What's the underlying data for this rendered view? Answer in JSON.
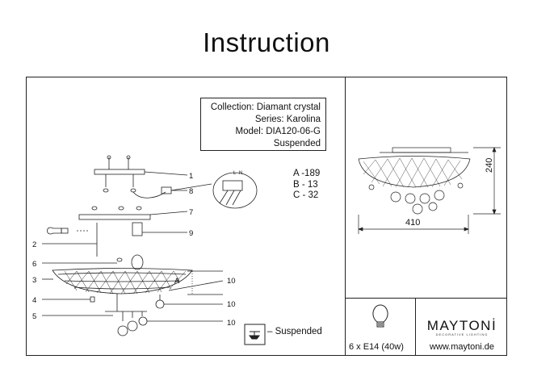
{
  "title": "Instruction",
  "info": {
    "collection": "Collection: Diamant crystal",
    "series": "Series: Karolina",
    "model": "Model: DIA120-06-G",
    "type": "Suspended"
  },
  "dimensions_table": {
    "a": "A -189",
    "b": "B -  13",
    "c": "C -  32"
  },
  "drawing_dims": {
    "height": "240",
    "width": "410"
  },
  "callouts": {
    "c1": "1",
    "c2": "2",
    "c3": "3",
    "c4": "4",
    "c5": "5",
    "c6": "6",
    "c7": "7",
    "c8": "8",
    "c9": "9",
    "c10a": "10",
    "c10b": "10",
    "c10c": "10",
    "a_label": "A"
  },
  "wiring_labels": {
    "l": "L",
    "n": "N"
  },
  "legend": {
    "label": "– Suspended",
    "icon": "suspended-mount-icon"
  },
  "lamp": {
    "icon": "light-bulb-icon",
    "spec": "6 x E14 (40w)"
  },
  "brand": {
    "name": "MAYTONİ",
    "tagline": "DECORATIVE LIGHTING",
    "website": "www.maytoni.de"
  }
}
